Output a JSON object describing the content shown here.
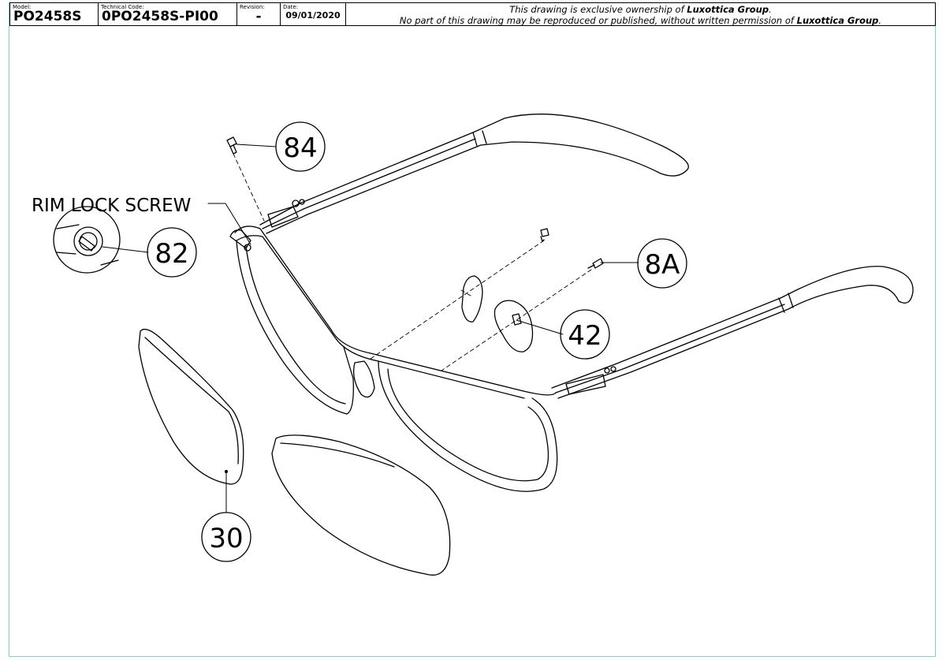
{
  "title_block": {
    "model_label": "Model:",
    "model_value": "PO2458S",
    "technical_code_label": "Technical Code:",
    "technical_code_value": "0PO2458S-PI00",
    "revision_label": "Revision:",
    "revision_value": "-",
    "date_label": "Date:",
    "date_value": "09/01/2020",
    "notice_line1_prefix": "This drawing is exclusive ownership of ",
    "notice_line1_owner": "Luxottica Group",
    "notice_line1_suffix": ".",
    "notice_line2_prefix": "No part of this drawing may be reproduced or published, without written permission of ",
    "notice_line2_owner": "Luxottica Group",
    "notice_line2_suffix": "."
  },
  "callouts": {
    "screw_top": "84",
    "rim_lock_screw": "82",
    "nose_pad_screw": "8A",
    "nose_pad": "42",
    "lens": "30",
    "rim_lock_label": "RIM LOCK SCREW"
  },
  "colors": {
    "frame_border": "#7fd0cf",
    "line": "#000000"
  }
}
